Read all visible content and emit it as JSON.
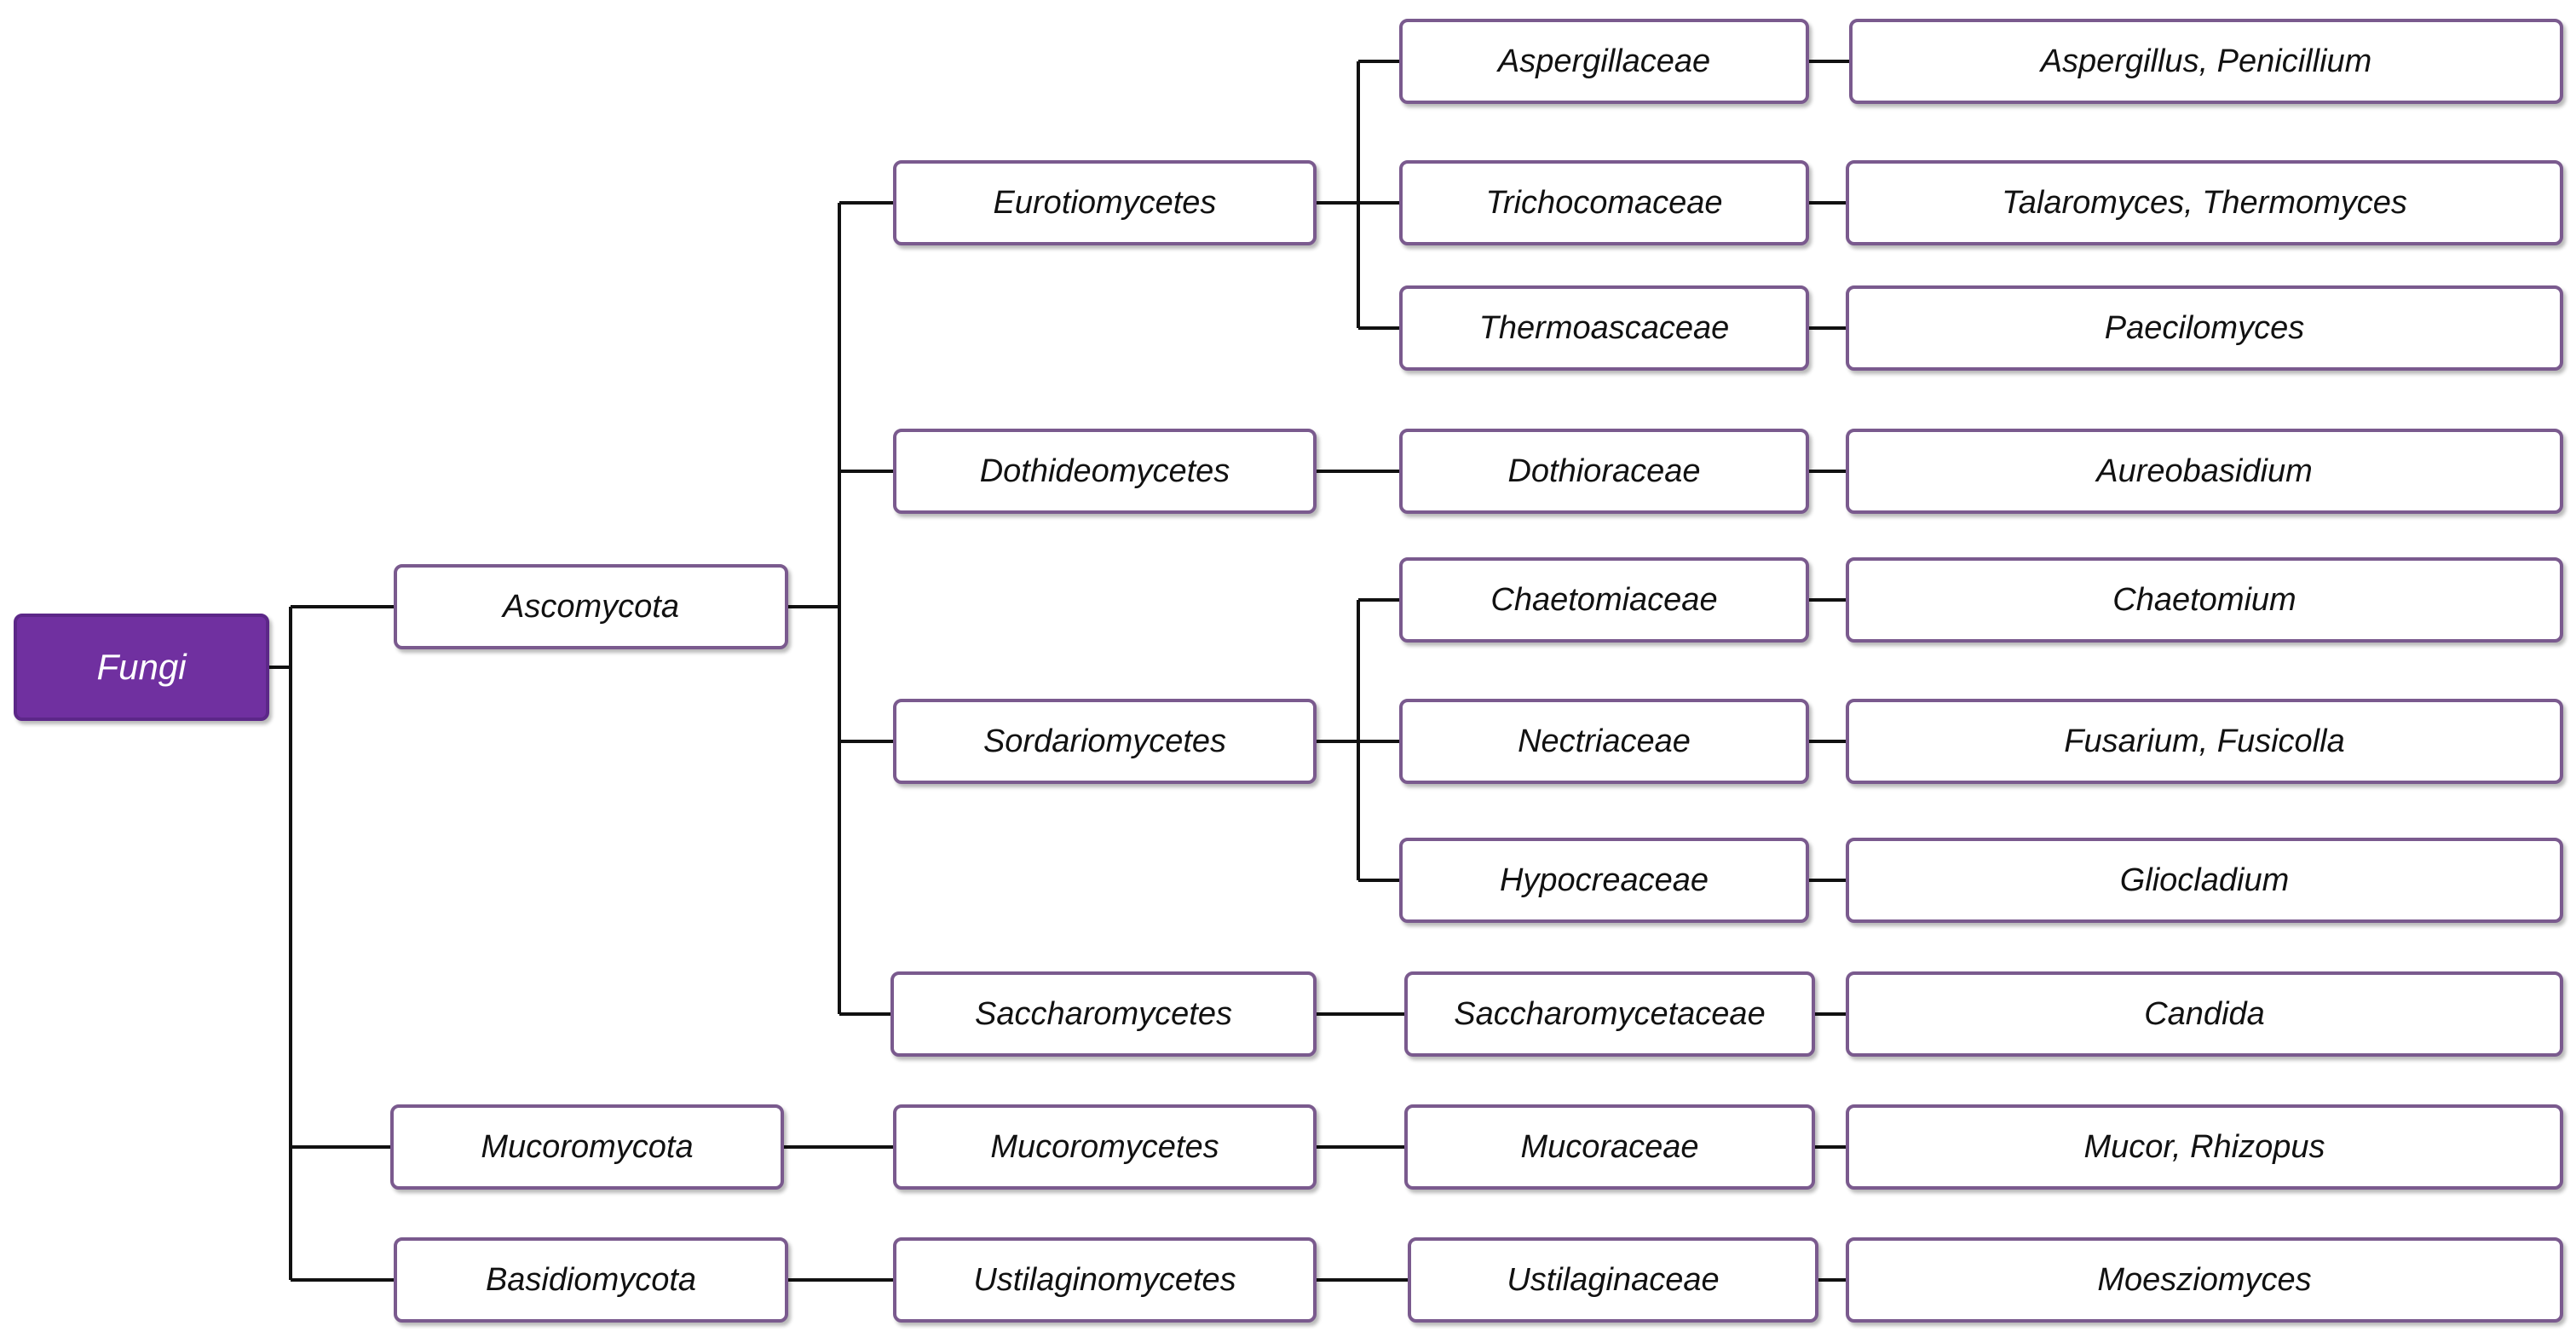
{
  "diagram": {
    "root": {
      "label": "Fungi",
      "color": "#7030A0"
    },
    "phyla": {
      "ascomycota": "Ascomycota",
      "mucoromycota": "Mucoromycota",
      "basidiomycota": "Basidiomycota"
    },
    "classes": {
      "eurotiomycetes": "Eurotiomycetes",
      "dothideomycetes": "Dothideomycetes",
      "sordariomycetes": "Sordariomycetes",
      "saccharomycetes": "Saccharomycetes",
      "mucoromycetes": "Mucoromycetes",
      "ustilaginomycetes": "Ustilaginomycetes"
    },
    "families": {
      "aspergillaceae": "Aspergillaceae",
      "trichocomaceae": "Trichocomaceae",
      "thermoascaceae": "Thermoascaceae",
      "dothioraceae": "Dothioraceae",
      "chaetomiaceae": "Chaetomiaceae",
      "nectriaceae": "Nectriaceae",
      "hypocreaceae": "Hypocreaceae",
      "saccharomycetaceae": "Saccharomycetaceae",
      "mucoraceae": "Mucoraceae",
      "ustilaginaceae": "Ustilaginaceae"
    },
    "genera": {
      "aspergillaceae": "Aspergillus, Penicillium",
      "trichocomaceae": "Talaromyces, Thermomyces",
      "thermoascaceae": "Paecilomyces",
      "dothioraceae": "Aureobasidium",
      "chaetomiaceae": "Chaetomium",
      "nectriaceae": "Fusarium, Fusicolla",
      "hypocreaceae": "Gliocladium",
      "saccharomycetaceae": "Candida",
      "mucoraceae": "Mucor, Rhizopus",
      "ustilaginaceae": "Moesziomyces"
    },
    "colors": {
      "box_border": "#7A5A8E",
      "connector": "#111111"
    }
  }
}
